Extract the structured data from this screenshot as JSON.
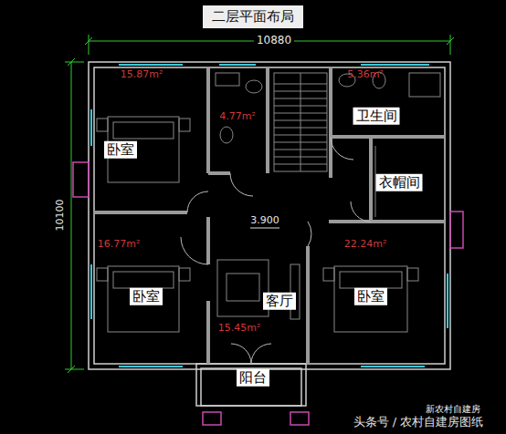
{
  "diagram": {
    "title": "二层平面布局",
    "nodes": [
      {
        "text": [
          "15.87m²",
          "卧室"
        ]
      },
      {
        "text": [
          "4.77m²"
        ]
      },
      {
        "text": [
          "5.36m²",
          "卫生间"
        ]
      },
      {
        "text": [
          "衣帽间"
        ]
      },
      {
        "text": [
          "16.77m²",
          "卧室"
        ]
      },
      {
        "text": [
          "客厅",
          "15.45m²"
        ]
      },
      {
        "text": [
          "22.24m²",
          "卧室"
        ]
      },
      {
        "text": [
          "阳台"
        ]
      }
    ],
    "labels": [
      "10880",
      "10100",
      "3.900",
      "新农村自建房",
      "头条号 / 农村自建房图纸"
    ]
  }
}
